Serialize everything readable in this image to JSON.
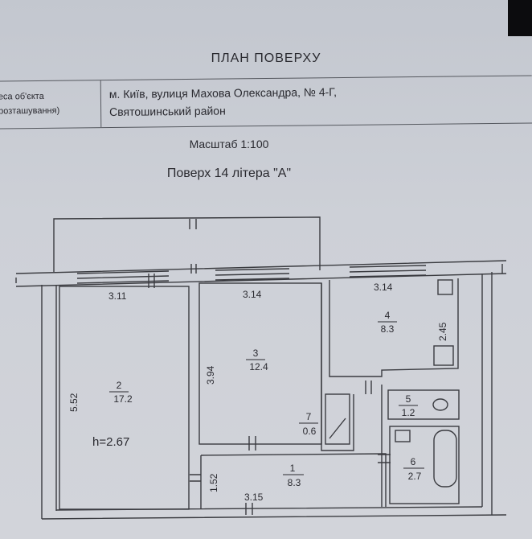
{
  "document": {
    "title": "ПЛАН ПОВЕРХУ",
    "address_label_line1": "еса об'єкта",
    "address_label_line2": "розташування)",
    "address_line1": "м. Київ, вулиця Махова Олександра, № 4-Г,",
    "address_line2": "Святошинський район",
    "scale": "Масштаб 1:100",
    "floor": "Поверх 14 літера \"А\""
  },
  "plan": {
    "dimensions": {
      "room2_width": "3.11",
      "room2_length": "5.52",
      "room3_width": "3.14",
      "room3_length": "3.94",
      "room4_width": "3.14",
      "room4_length": "2.45",
      "room1_length": "1.52",
      "room1_width": "3.15"
    },
    "ceiling_height": "h=2.67",
    "rooms": [
      {
        "number": "1",
        "area": "8.3"
      },
      {
        "number": "2",
        "area": "17.2"
      },
      {
        "number": "3",
        "area": "12.4"
      },
      {
        "number": "4",
        "area": "8.3"
      },
      {
        "number": "5",
        "area": "1.2"
      },
      {
        "number": "6",
        "area": "2.7"
      },
      {
        "number": "7",
        "area": "0.6"
      }
    ]
  }
}
